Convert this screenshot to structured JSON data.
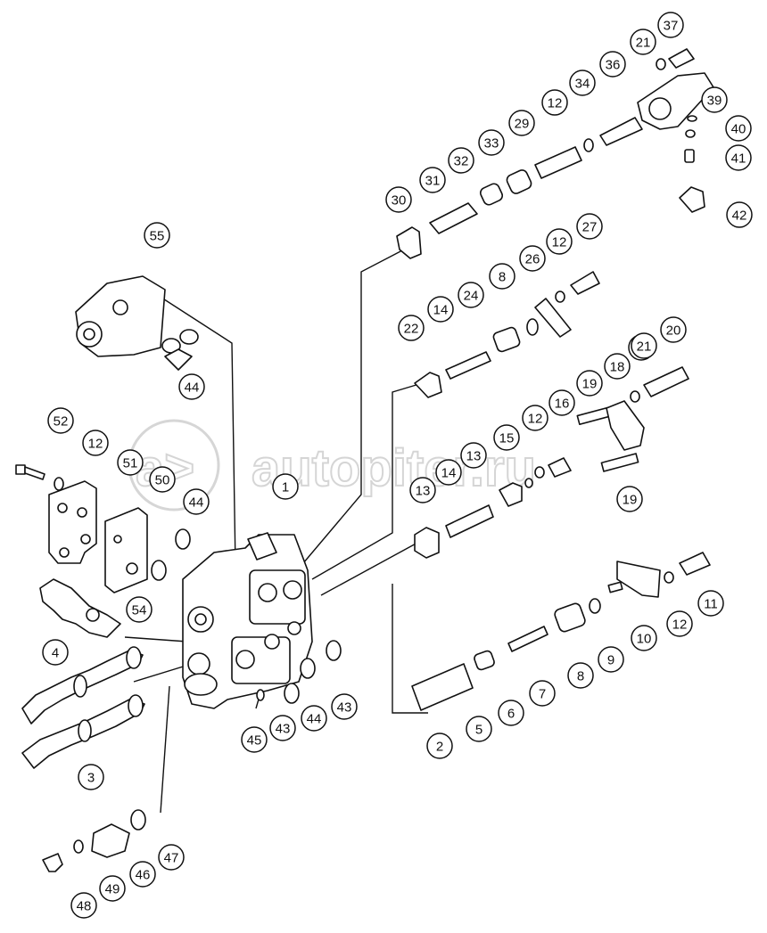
{
  "watermark": "autopiter.ru",
  "callouts": [
    "1",
    "2",
    "3",
    "4",
    "5",
    "6",
    "7",
    "8",
    "9",
    "10",
    "11",
    "12",
    "13",
    "14",
    "15",
    "16",
    "18",
    "19",
    "20",
    "21",
    "22",
    "24",
    "26",
    "27",
    "29",
    "30",
    "31",
    "32",
    "33",
    "34",
    "36",
    "37",
    "39",
    "40",
    "41",
    "42",
    "43",
    "44",
    "45",
    "47",
    "46",
    "48",
    "49",
    "50",
    "51",
    "52",
    "54",
    "55"
  ]
}
